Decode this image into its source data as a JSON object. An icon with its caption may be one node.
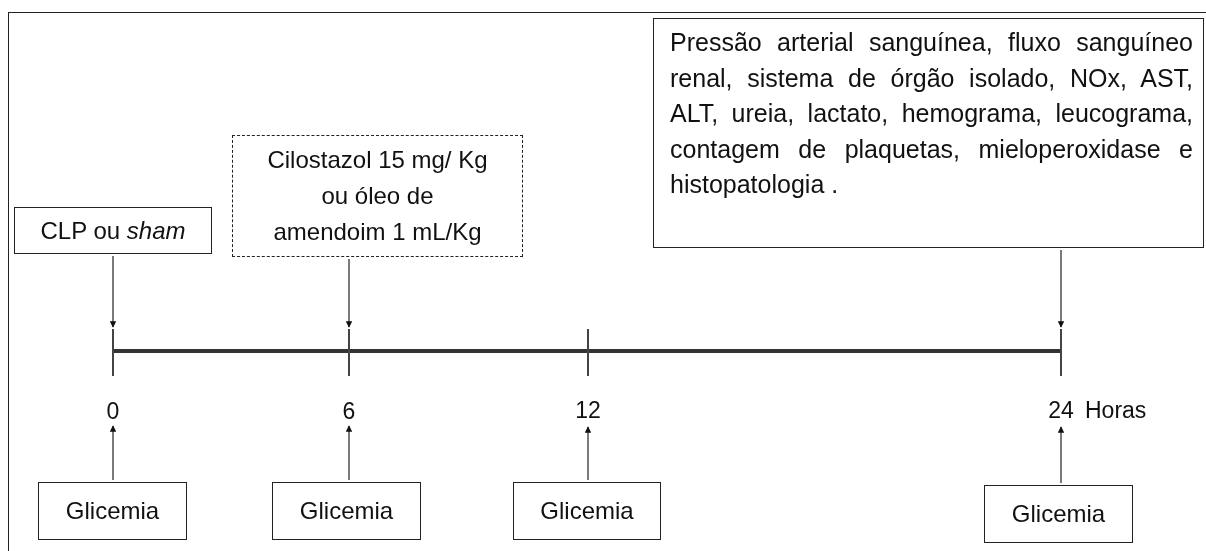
{
  "diagram": {
    "nodes": [
      {
        "text": [
          "CLP ou *sham*"
        ]
      },
      {
        "text": [
          "Cilostazol 15 mg/ Kg ou óleo de amendoim 1 mL/Kg"
        ]
      },
      {
        "text": [
          "Pressão arterial sanguínea, fluxo sanguíneo renal, sistema de órgão isolado, NOx, AST, ALT, ureia, lactato, hemograma, leucograma, contagem de plaquetas, mieloperoxidase e histopatologia ."
        ]
      },
      {
        "text": [],
        "shape": "bar"
      },
      {
        "text": [],
        "shape": "bar"
      },
      {
        "text": [],
        "shape": "bar"
      },
      {
        "text": [],
        "shape": "bar"
      },
      {
        "text": [
          "0"
        ]
      },
      {
        "text": [
          "6"
        ]
      },
      {
        "text": [
          "12"
        ]
      },
      {
        "text": [
          "24"
        ],
        "beside": [
          "Horas"
        ]
      },
      {
        "text": [
          "Glicemia"
        ]
      },
      {
        "text": [
          "Glicemia"
        ]
      },
      {
        "text": [
          "Glicemia"
        ]
      },
      {
        "text": [
          "Glicemia"
        ]
      }
    ],
    "edges": [
      {
        "from": 0,
        "to": 3,
        "arrow": "to"
      },
      {
        "from": 1,
        "to": 4,
        "arrow": "to"
      },
      {
        "from": 2,
        "to": 6,
        "arrow": "to"
      },
      {
        "from": 11,
        "to": 7,
        "arrow": "to"
      },
      {
        "from": 12,
        "to": 8,
        "arrow": "to"
      },
      {
        "from": 13,
        "to": 9,
        "arrow": "to"
      },
      {
        "from": 14,
        "to": 10,
        "arrow": "to"
      },
      {
        "from": 3,
        "to": 6,
        "arrow": "none",
        "style": "thick"
      }
    ]
  }
}
